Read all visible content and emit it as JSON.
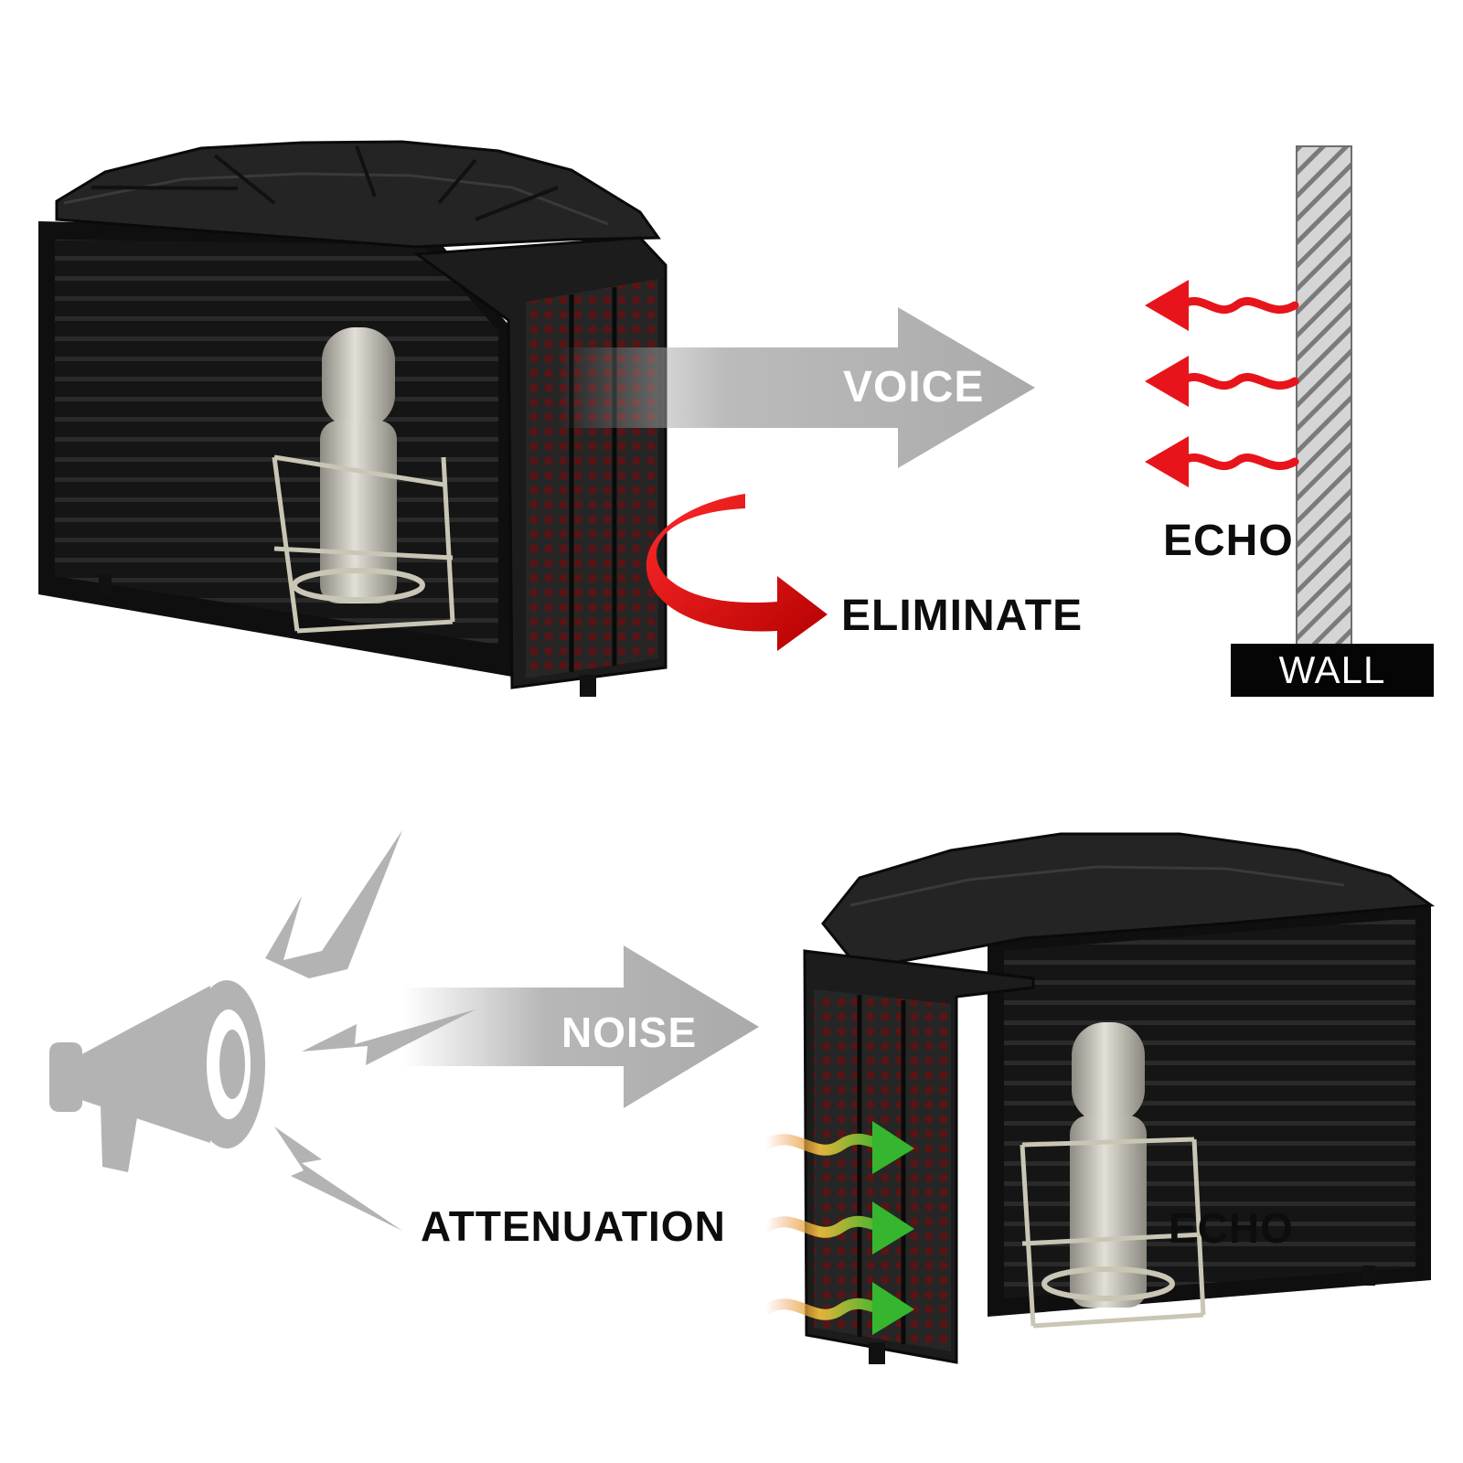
{
  "top": {
    "voice_label": "VOICE",
    "eliminate_label": "ELIMINATE",
    "echo_label": "ECHO",
    "wall_label": "WALL"
  },
  "bottom": {
    "noise_label": "NOISE",
    "attenuation_label": "ATTENUATION",
    "echo_label": "ECHO"
  },
  "icons": {
    "megaphone": "megaphone-icon",
    "lightning": "lightning-bolt-icon"
  },
  "colors": {
    "shield_dark": "#1c1c1c",
    "foam": "#141414",
    "arrow_gray": "#aaaaaa",
    "echo_red": "#e8141b",
    "attenuation_green": "#35b22f",
    "wall_hatch": "#9a9a9a",
    "mic_silver": "#b8b6a8"
  }
}
